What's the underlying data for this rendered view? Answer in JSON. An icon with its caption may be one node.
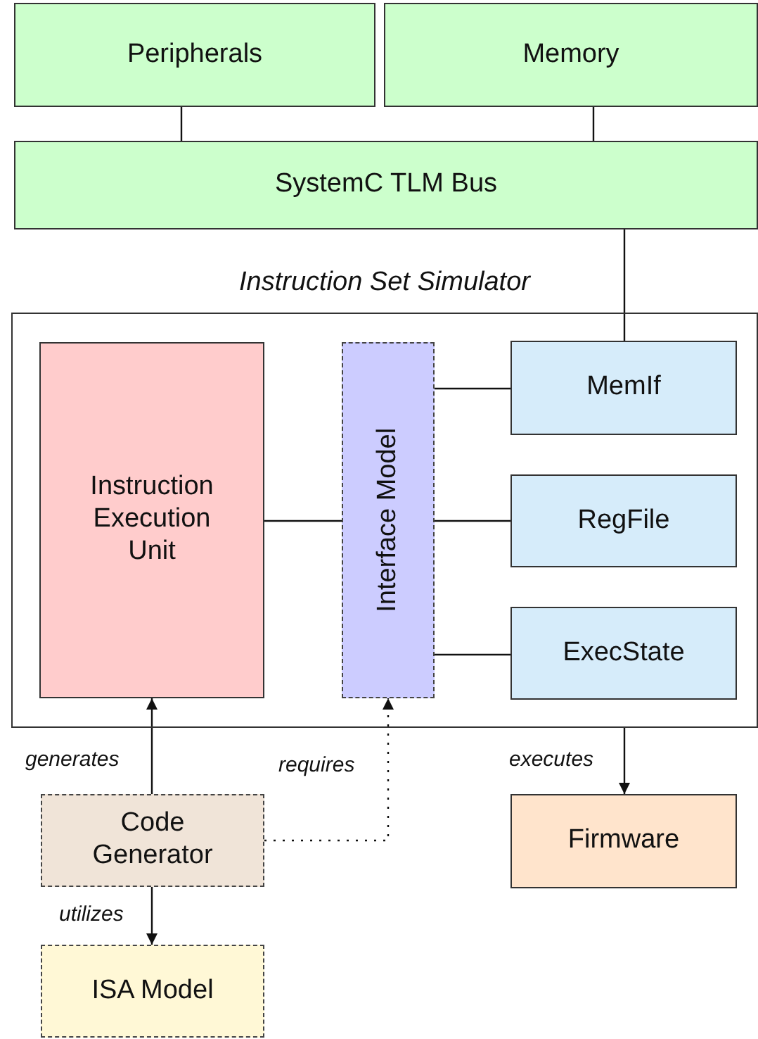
{
  "diagram": {
    "nodes": [
      {
        "text": [
          "Peripherals"
        ]
      },
      {
        "text": [
          "Memory"
        ]
      },
      {
        "text": [
          "SystemC TLM Bus"
        ]
      },
      {
        "text": [
          "Instruction Set Simulator"
        ]
      },
      {
        "text": [
          "Instruction Execution Unit"
        ],
        "in": 3
      },
      {
        "text": [
          "Interface Model"
        ],
        "in": 3
      },
      {
        "text": [
          "MemIf"
        ],
        "in": 3
      },
      {
        "text": [
          "RegFile"
        ],
        "in": 3
      },
      {
        "text": [
          "ExecState"
        ],
        "in": 3
      },
      {
        "text": [
          "Code Generator"
        ]
      },
      {
        "text": [
          "Firmware"
        ]
      },
      {
        "text": [
          "ISA Model"
        ]
      }
    ],
    "edges": [
      {
        "from": 0,
        "to": 2,
        "arrow": "none"
      },
      {
        "from": 1,
        "to": 2,
        "arrow": "none"
      },
      {
        "from": 2,
        "to": 6,
        "arrow": "none"
      },
      {
        "from": 4,
        "to": 5,
        "arrow": "none"
      },
      {
        "from": 5,
        "to": 6,
        "arrow": "none"
      },
      {
        "from": 5,
        "to": 7,
        "arrow": "none"
      },
      {
        "from": 5,
        "to": 8,
        "arrow": "none"
      },
      {
        "from": 9,
        "to": 4,
        "arrow": "to",
        "label": "generates"
      },
      {
        "from": 9,
        "to": 5,
        "arrow": "to",
        "label": "requires",
        "style": "dashed"
      },
      {
        "from": 3,
        "to": 10,
        "arrow": "to",
        "label": "executes"
      },
      {
        "from": 9,
        "to": 11,
        "arrow": "to",
        "label": "utilizes"
      }
    ]
  }
}
